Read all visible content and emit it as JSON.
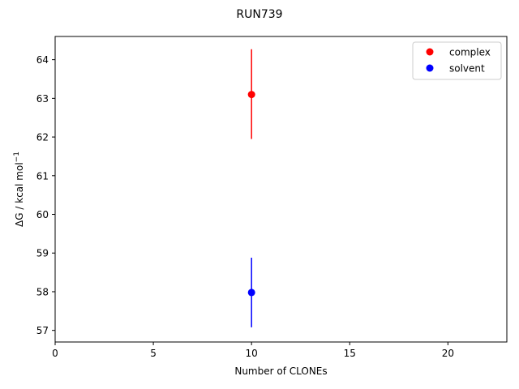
{
  "chart_data": {
    "type": "scatter",
    "title": "RUN739",
    "xlabel": "Number of CLONEs",
    "ylabel": "ΔG / kcal mol",
    "ylabel_sup": "−1",
    "xlim": [
      0,
      23
    ],
    "ylim": [
      56.7,
      64.6
    ],
    "xticks": [
      0,
      5,
      10,
      15,
      20
    ],
    "yticks": [
      57,
      58,
      59,
      60,
      61,
      62,
      63,
      64
    ],
    "grid": false,
    "legend_position": "top-right",
    "series": [
      {
        "name": "complex",
        "color": "#ff0000",
        "points": [
          {
            "x": 10,
            "y": 63.1,
            "err_low": 61.95,
            "err_high": 64.27
          }
        ]
      },
      {
        "name": "solvent",
        "color": "#0000ff",
        "points": [
          {
            "x": 10,
            "y": 57.98,
            "err_low": 57.08,
            "err_high": 58.88
          }
        ]
      }
    ]
  }
}
